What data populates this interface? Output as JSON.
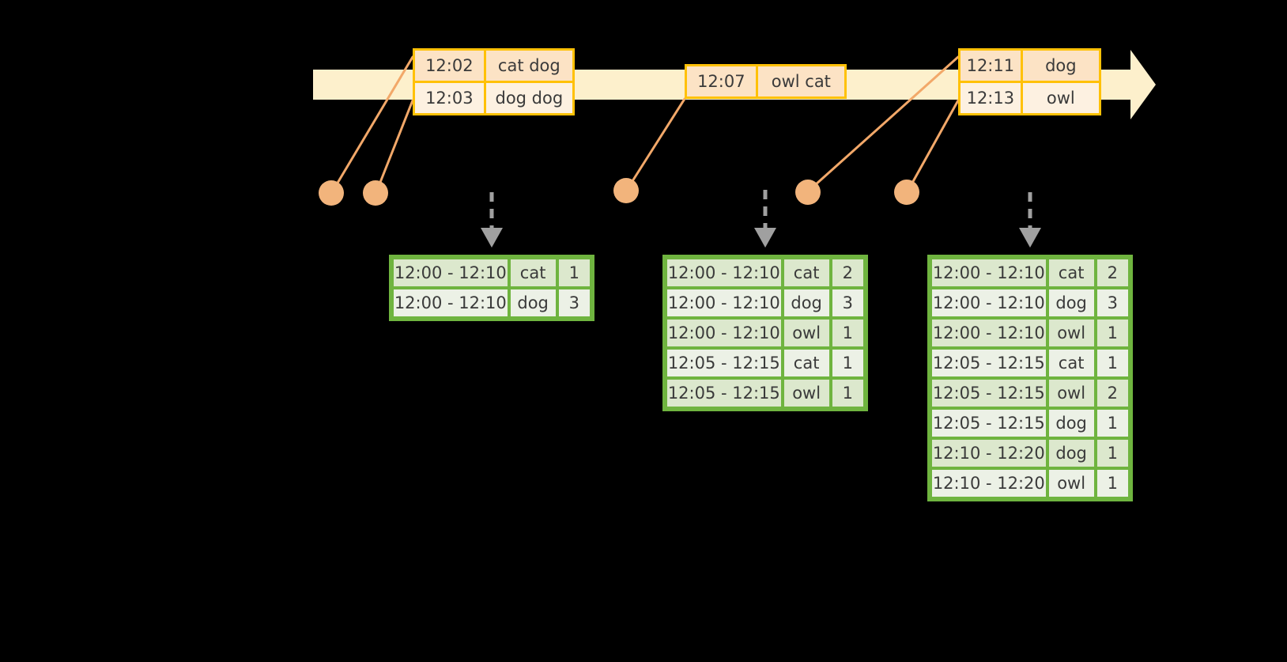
{
  "palette": {
    "background": "#000000",
    "timeline_fill": "#FDF0CC",
    "event_border": "#FFC107",
    "event_fill_dark": "#FCE3C5",
    "event_fill_light": "#FDF1E1",
    "dot_color": "#F2B47C",
    "connector_color": "#F2A869",
    "table_border": "#6FB43F",
    "row_fill_dark": "#DCE8CD",
    "row_fill_light": "#ECF1E6",
    "arrow_gray": "#A0A0A0",
    "text_color": "#3A3A3A"
  },
  "timeline": {
    "name": "event-stream-timeline",
    "events": [
      {
        "id": "group-1",
        "rows": [
          {
            "time": "12:02",
            "value": "cat dog"
          },
          {
            "time": "12:03",
            "value": "dog dog"
          }
        ]
      },
      {
        "id": "group-2",
        "rows": [
          {
            "time": "12:07",
            "value": "owl cat"
          }
        ]
      },
      {
        "id": "group-3",
        "rows": [
          {
            "time": "12:11",
            "value": "dog"
          },
          {
            "time": "12:13",
            "value": "owl"
          }
        ]
      }
    ]
  },
  "tables": [
    {
      "id": "result-table-1",
      "rows": [
        {
          "range": "12:00 - 12:10",
          "key": "cat",
          "count": "1"
        },
        {
          "range": "12:00 - 12:10",
          "key": "dog",
          "count": "3"
        }
      ]
    },
    {
      "id": "result-table-2",
      "rows": [
        {
          "range": "12:00 - 12:10",
          "key": "cat",
          "count": "2"
        },
        {
          "range": "12:00 - 12:10",
          "key": "dog",
          "count": "3"
        },
        {
          "range": "12:00 - 12:10",
          "key": "owl",
          "count": "1"
        },
        {
          "range": "12:05 - 12:15",
          "key": "cat",
          "count": "1"
        },
        {
          "range": "12:05 - 12:15",
          "key": "owl",
          "count": "1"
        }
      ]
    },
    {
      "id": "result-table-3",
      "rows": [
        {
          "range": "12:00 - 12:10",
          "key": "cat",
          "count": "2"
        },
        {
          "range": "12:00 - 12:10",
          "key": "dog",
          "count": "3"
        },
        {
          "range": "12:00 - 12:10",
          "key": "owl",
          "count": "1"
        },
        {
          "range": "12:05 - 12:15",
          "key": "cat",
          "count": "1"
        },
        {
          "range": "12:05 - 12:15",
          "key": "owl",
          "count": "2"
        },
        {
          "range": "12:05 - 12:15",
          "key": "dog",
          "count": "1"
        },
        {
          "range": "12:10 - 12:20",
          "key": "dog",
          "count": "1"
        },
        {
          "range": "12:10 - 12:20",
          "key": "owl",
          "count": "1"
        }
      ]
    }
  ],
  "icons": {
    "timeline_arrow": "arrow-right-icon",
    "emit_arrow": "arrow-down-icon",
    "event_dot": "circle-dot-icon"
  }
}
